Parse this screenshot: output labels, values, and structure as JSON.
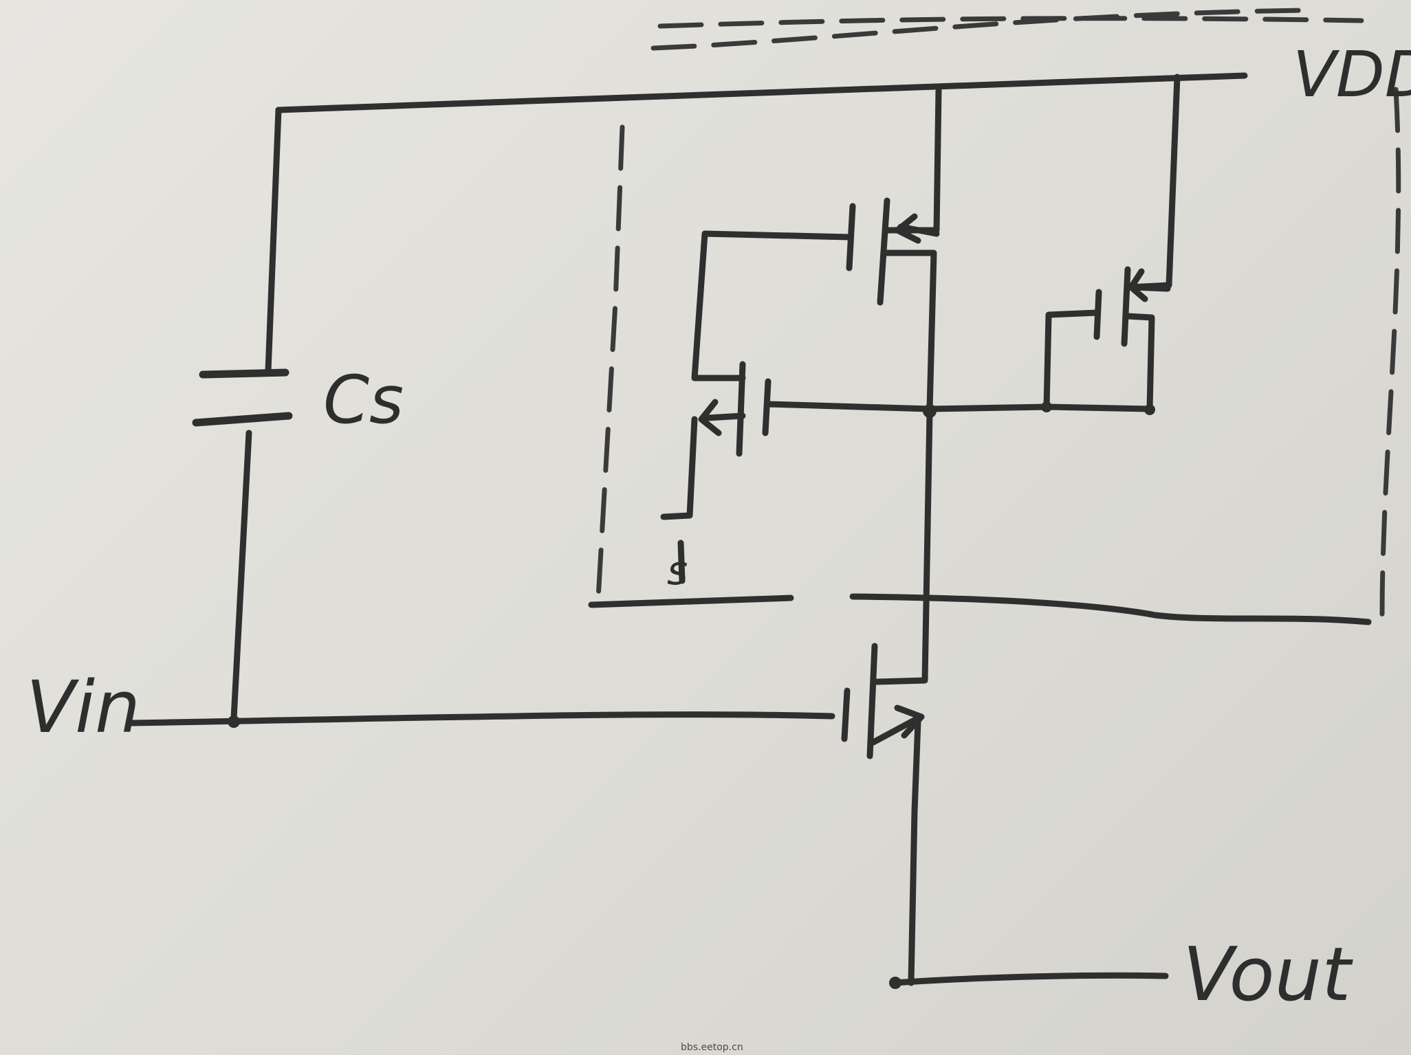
{
  "labels": {
    "vdd": "VDD",
    "cs": "Cs",
    "vin": "Vin",
    "vout": "Vout",
    "s": "s"
  },
  "watermark": "bbs.eetop.cn"
}
